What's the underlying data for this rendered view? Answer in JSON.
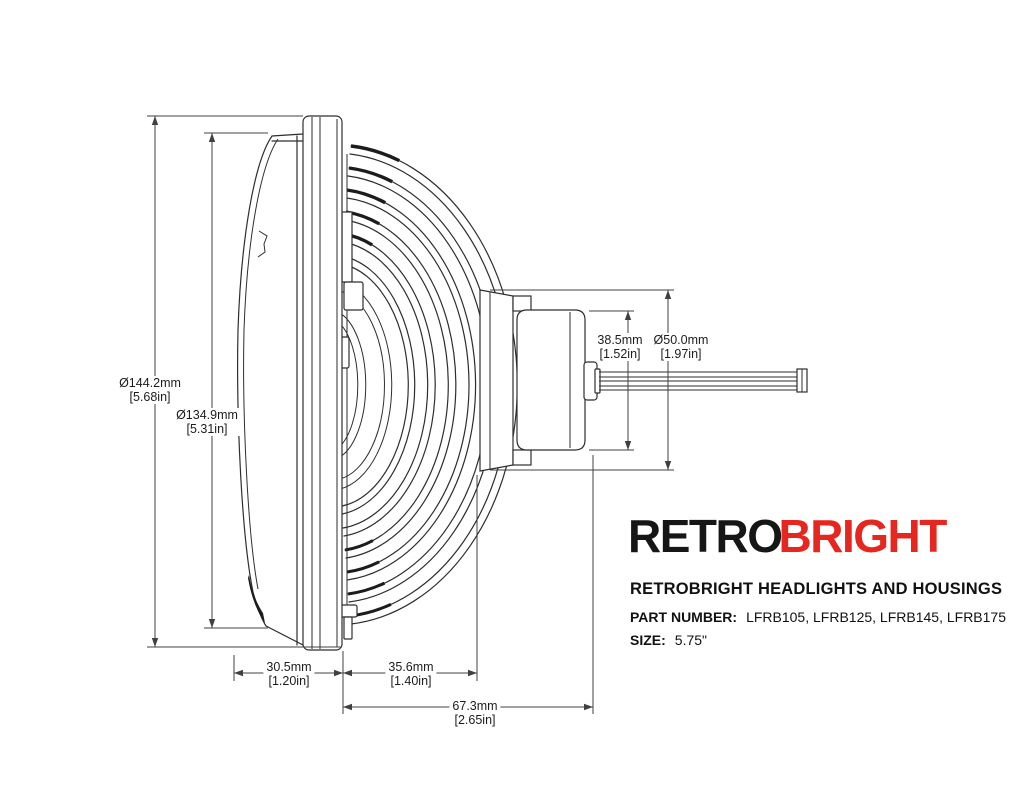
{
  "page": {
    "background": "#ffffff"
  },
  "drawing": {
    "type": "headlight-side-view-technical-drawing",
    "line_color": "#2e2e2e",
    "dimension_labels": [
      {
        "mm": "Ø144.2mm",
        "inches": "[5.68in]"
      },
      {
        "mm": "Ø134.9mm",
        "inches": "[5.31in]"
      },
      {
        "mm": "38.5mm",
        "inches": "[1.52in]"
      },
      {
        "mm": "Ø50.0mm",
        "inches": "[1.97in]"
      },
      {
        "mm": "30.5mm",
        "inches": "[1.20in]"
      },
      {
        "mm": "35.6mm",
        "inches": "[1.40in]"
      },
      {
        "mm": "67.3mm",
        "inches": "[2.65in]"
      }
    ]
  },
  "branding": {
    "logo": {
      "part1": "RETRO",
      "part2": "BRIGHT",
      "part1_color": "#161616",
      "part2_color": "#e5271f"
    },
    "headline": "RETROBRIGHT HEADLIGHTS AND HOUSINGS",
    "part_number_label": "PART NUMBER:",
    "part_numbers": "LFRB105, LFRB125, LFRB145, LFRB175",
    "size_label": "SIZE:",
    "size_value": "5.75\""
  }
}
